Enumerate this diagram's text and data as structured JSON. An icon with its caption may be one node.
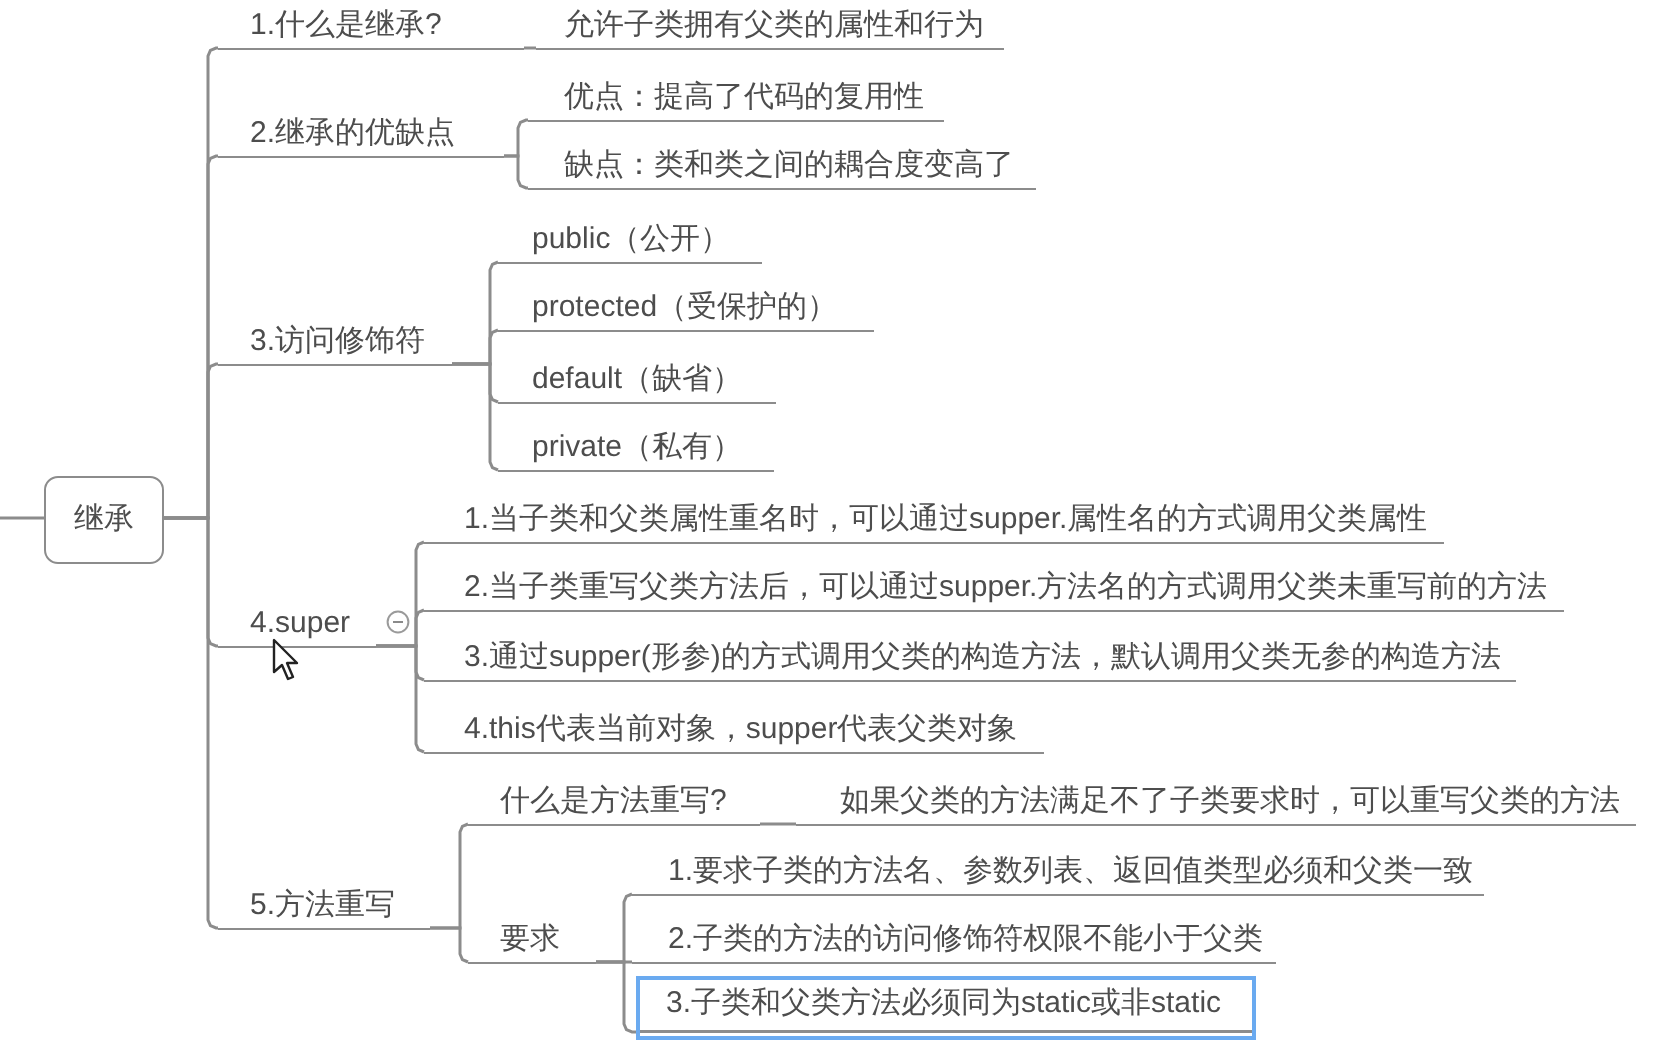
{
  "diagram": {
    "nodes": [
      {
        "text": [
          "继承"
        ]
      },
      {
        "text": [
          "1.什么是继承?"
        ]
      },
      {
        "text": [
          "允许子类拥有父类的属性和行为"
        ]
      },
      {
        "text": [
          "2.继承的优缺点"
        ]
      },
      {
        "text": [
          "优点：提高了代码的复用性"
        ]
      },
      {
        "text": [
          "缺点：类和类之间的耦合度变高了"
        ]
      },
      {
        "text": [
          "3.访问修饰符"
        ]
      },
      {
        "text": [
          "public（公开）"
        ]
      },
      {
        "text": [
          "protected（受保护的）"
        ]
      },
      {
        "text": [
          "default（缺省）"
        ]
      },
      {
        "text": [
          "private（私有）"
        ]
      },
      {
        "text": [
          "4.super"
        ]
      },
      {
        "text": [
          "1.当子类和父类属性重名时，可以通过supper.属性名的方式调用父类属性"
        ]
      },
      {
        "text": [
          "2.当子类重写父类方法后，可以通过supper.方法名的方式调用父类未重写前的方法"
        ]
      },
      {
        "text": [
          "3.通过supper(形参)的方式调用父类的构造方法，默认调用父类无参的构造方法"
        ]
      },
      {
        "text": [
          "4.this代表当前对象，supper代表父类对象"
        ]
      },
      {
        "text": [
          "5.方法重写"
        ]
      },
      {
        "text": [
          "什么是方法重写?"
        ]
      },
      {
        "text": [
          "如果父类的方法满足不了子类要求时，可以重写父类的方法"
        ]
      },
      {
        "text": [
          "要求"
        ]
      },
      {
        "text": [
          "1.要求子类的方法名、参数列表、返回值类型必须和父类一致"
        ]
      },
      {
        "text": [
          "2.子类的方法的访问修饰符权限不能小于父类"
        ]
      },
      {
        "text": [
          "3.子类和父类方法必须同为static或非static"
        ]
      }
    ],
    "edges": [
      {
        "from": null,
        "to": 0,
        "arrow": "none"
      },
      {
        "from": 0,
        "to": 1,
        "arrow": "none"
      },
      {
        "from": 1,
        "to": 2,
        "arrow": "none"
      },
      {
        "from": 0,
        "to": 3,
        "arrow": "none"
      },
      {
        "from": 3,
        "to": 4,
        "arrow": "none"
      },
      {
        "from": 3,
        "to": 5,
        "arrow": "none"
      },
      {
        "from": 0,
        "to": 6,
        "arrow": "none"
      },
      {
        "from": 6,
        "to": 7,
        "arrow": "none"
      },
      {
        "from": 6,
        "to": 8,
        "arrow": "none"
      },
      {
        "from": 6,
        "to": 9,
        "arrow": "none"
      },
      {
        "from": 6,
        "to": 10,
        "arrow": "none"
      },
      {
        "from": 0,
        "to": 11,
        "arrow": "none"
      },
      {
        "from": 11,
        "to": 12,
        "arrow": "none"
      },
      {
        "from": 11,
        "to": 13,
        "arrow": "none"
      },
      {
        "from": 11,
        "to": 14,
        "arrow": "none"
      },
      {
        "from": 11,
        "to": 15,
        "arrow": "none"
      },
      {
        "from": 0,
        "to": 16,
        "arrow": "none"
      },
      {
        "from": 16,
        "to": 17,
        "arrow": "none"
      },
      {
        "from": 17,
        "to": 18,
        "arrow": "none"
      },
      {
        "from": 16,
        "to": 19,
        "arrow": "none"
      },
      {
        "from": 19,
        "to": 20,
        "arrow": "none"
      },
      {
        "from": 19,
        "to": 21,
        "arrow": "none"
      },
      {
        "from": 19,
        "to": 22,
        "arrow": "none"
      }
    ]
  }
}
